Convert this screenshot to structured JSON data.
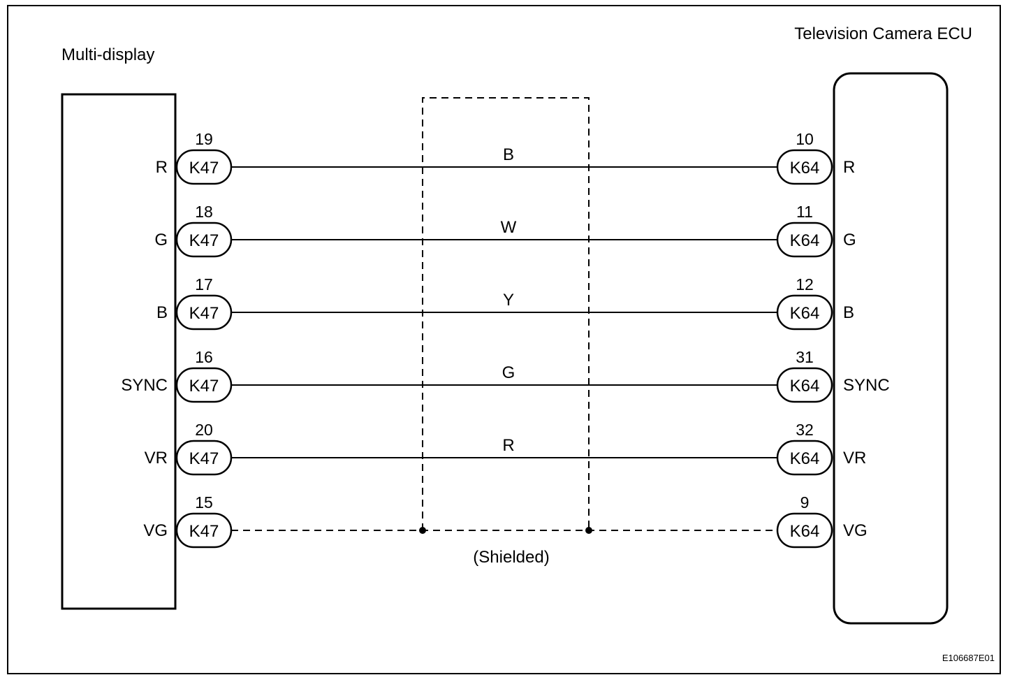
{
  "left_component": {
    "title": "Multi-display"
  },
  "right_component": {
    "title": "Television Camera ECU"
  },
  "left_connector": "K47",
  "right_connector": "K64",
  "circuits": [
    {
      "left_pin": "19",
      "left_label": "R",
      "wire_color": "B",
      "right_pin": "10",
      "right_label": "R"
    },
    {
      "left_pin": "18",
      "left_label": "G",
      "wire_color": "W",
      "right_pin": "11",
      "right_label": "G"
    },
    {
      "left_pin": "17",
      "left_label": "B",
      "wire_color": "Y",
      "right_pin": "12",
      "right_label": "B"
    },
    {
      "left_pin": "16",
      "left_label": "SYNC",
      "wire_color": "G",
      "right_pin": "31",
      "right_label": "SYNC"
    },
    {
      "left_pin": "20",
      "left_label": "VR",
      "wire_color": "R",
      "right_pin": "32",
      "right_label": "VR"
    },
    {
      "left_pin": "15",
      "left_label": "VG",
      "wire_color": "",
      "right_pin": "9",
      "right_label": "VG",
      "shielded": true
    }
  ],
  "shield_label": "(Shielded)",
  "figure_id": "E106687E01"
}
